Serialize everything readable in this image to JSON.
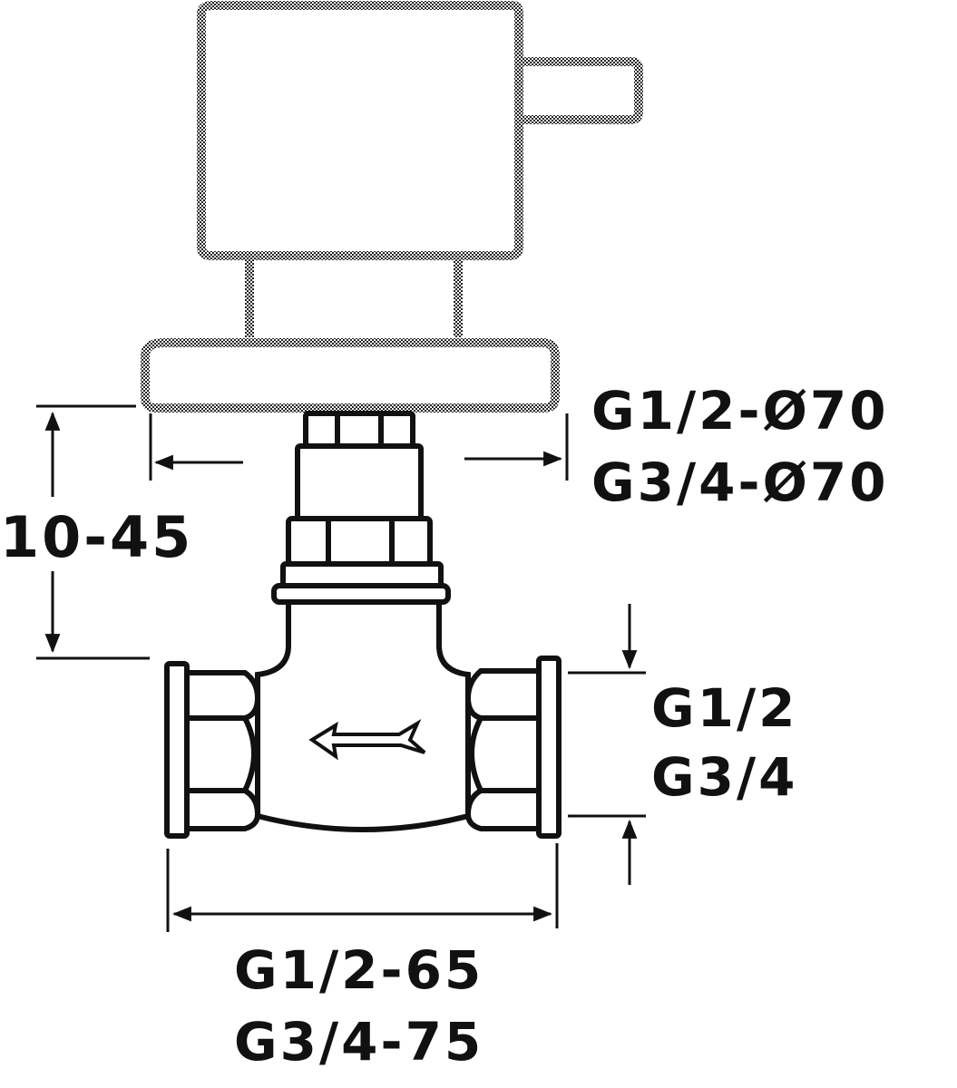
{
  "diagram": {
    "height_range_label": "10-45",
    "rosette_dimensions": [
      "G1/2-Ø70",
      "G3/4-Ø70"
    ],
    "thread_sizes": [
      "G1/2",
      "G3/4"
    ],
    "body_lengths": [
      "G1/2-65",
      "G3/4-75"
    ],
    "line_color": "#111111"
  }
}
